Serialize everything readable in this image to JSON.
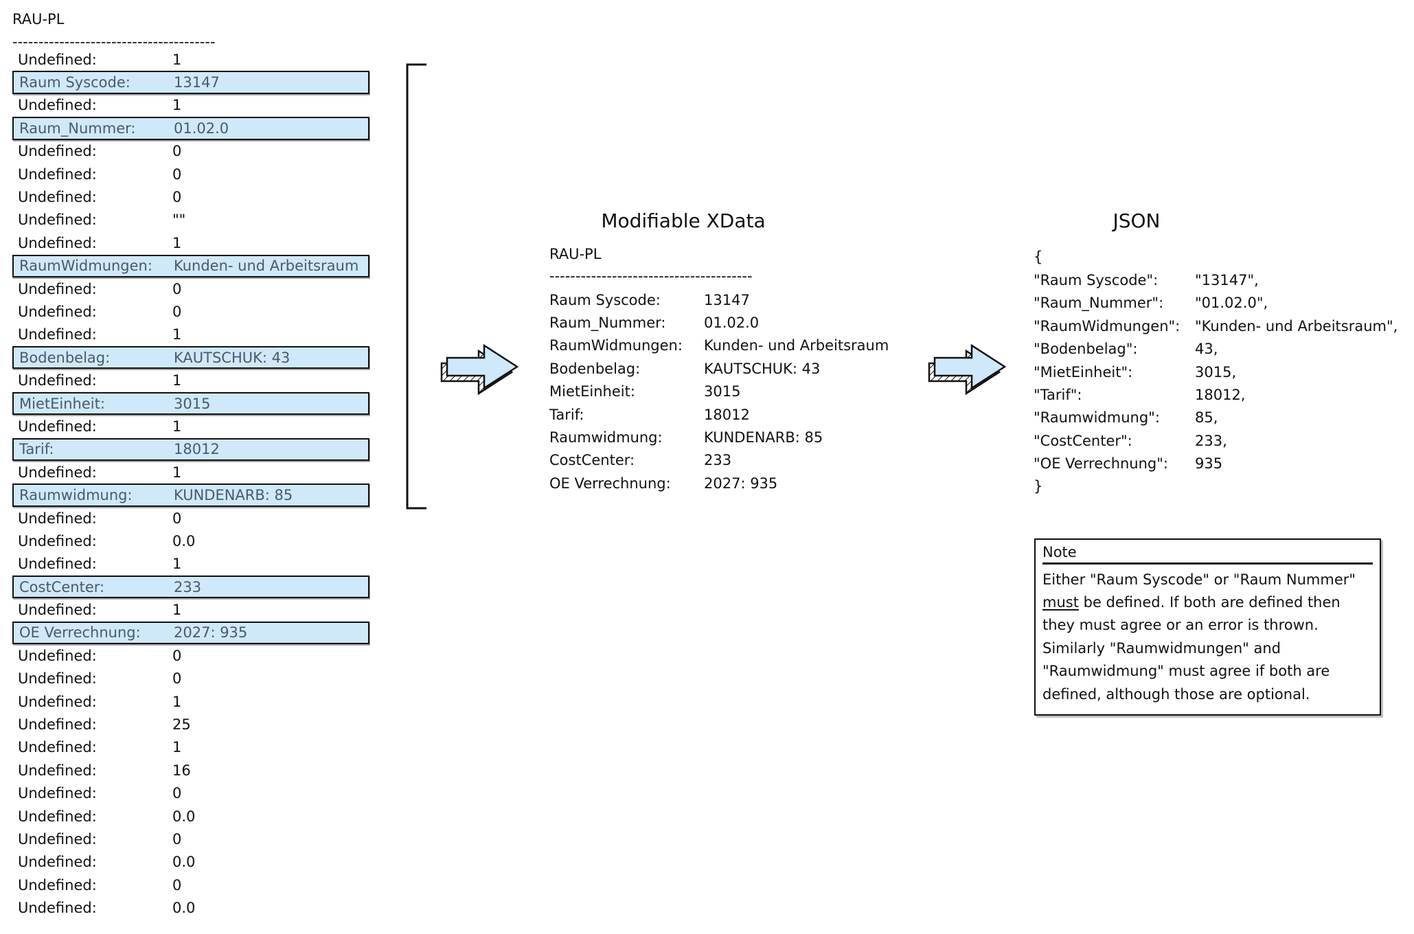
{
  "raw_panel": {
    "title": "RAU-PL",
    "divider": "---------------------------------------",
    "rows": [
      {
        "key": "Undefined:",
        "value": "1",
        "highlight": false
      },
      {
        "key": "Raum Syscode:",
        "value": "13147",
        "highlight": true
      },
      {
        "key": "Undefined:",
        "value": "1",
        "highlight": false
      },
      {
        "key": "Raum_Nummer:",
        "value": "01.02.0",
        "highlight": true
      },
      {
        "key": "Undefined:",
        "value": "0",
        "highlight": false
      },
      {
        "key": "Undefined:",
        "value": "0",
        "highlight": false
      },
      {
        "key": "Undefined:",
        "value": "0",
        "highlight": false
      },
      {
        "key": "Undefined:",
        "value": "\"\"",
        "highlight": false
      },
      {
        "key": "Undefined:",
        "value": "1",
        "highlight": false
      },
      {
        "key": "RaumWidmungen:",
        "value": "Kunden- und Arbeitsraum",
        "highlight": true
      },
      {
        "key": "Undefined:",
        "value": "0",
        "highlight": false
      },
      {
        "key": "Undefined:",
        "value": "0",
        "highlight": false
      },
      {
        "key": "Undefined:",
        "value": "1",
        "highlight": false
      },
      {
        "key": "Bodenbelag:",
        "value": "KAUTSCHUK: 43",
        "highlight": true
      },
      {
        "key": "Undefined:",
        "value": "1",
        "highlight": false
      },
      {
        "key": "MietEinheit:",
        "value": "3015",
        "highlight": true
      },
      {
        "key": "Undefined:",
        "value": "1",
        "highlight": false
      },
      {
        "key": "Tarif:",
        "value": "18012",
        "highlight": true
      },
      {
        "key": "Undefined:",
        "value": "1",
        "highlight": false
      },
      {
        "key": "Raumwidmung:",
        "value": "KUNDENARB: 85",
        "highlight": true
      },
      {
        "key": "Undefined:",
        "value": "0",
        "highlight": false
      },
      {
        "key": "Undefined:",
        "value": "0.0",
        "highlight": false
      },
      {
        "key": "Undefined:",
        "value": "1",
        "highlight": false
      },
      {
        "key": "CostCenter:",
        "value": "233",
        "highlight": true
      },
      {
        "key": "Undefined:",
        "value": "1",
        "highlight": false
      },
      {
        "key": "OE Verrechnung:",
        "value": "2027: 935",
        "highlight": true
      },
      {
        "key": "Undefined:",
        "value": "0",
        "highlight": false
      },
      {
        "key": "Undefined:",
        "value": "0",
        "highlight": false
      },
      {
        "key": "Undefined:",
        "value": "1",
        "highlight": false
      },
      {
        "key": "Undefined:",
        "value": "25",
        "highlight": false
      },
      {
        "key": "Undefined:",
        "value": "1",
        "highlight": false
      },
      {
        "key": "Undefined:",
        "value": "16",
        "highlight": false
      },
      {
        "key": "Undefined:",
        "value": "0",
        "highlight": false
      },
      {
        "key": "Undefined:",
        "value": "0.0",
        "highlight": false
      },
      {
        "key": "Undefined:",
        "value": "0",
        "highlight": false
      },
      {
        "key": "Undefined:",
        "value": "0.0",
        "highlight": false
      },
      {
        "key": "Undefined:",
        "value": "0",
        "highlight": false
      },
      {
        "key": "Undefined:",
        "value": "0.0",
        "highlight": false
      }
    ]
  },
  "xdata_panel": {
    "heading": "Modifiable XData",
    "subtitle": "RAU-PL",
    "divider": "---------------------------------------",
    "rows": [
      {
        "key": "Raum Syscode:",
        "value": "13147"
      },
      {
        "key": "Raum_Nummer:",
        "value": "01.02.0"
      },
      {
        "key": "RaumWidmungen:",
        "value": "Kunden- und Arbeitsraum"
      },
      {
        "key": "Bodenbelag:",
        "value": "KAUTSCHUK: 43"
      },
      {
        "key": "MietEinheit:",
        "value": "3015"
      },
      {
        "key": "Tarif:",
        "value": "18012"
      },
      {
        "key": "Raumwidmung:",
        "value": "KUNDENARB: 85"
      },
      {
        "key": "CostCenter:",
        "value": "233"
      },
      {
        "key": "OE Verrechnung:",
        "value": "2027: 935"
      }
    ]
  },
  "json_panel": {
    "heading": "JSON",
    "open_brace": "{",
    "close_brace": "}",
    "lines": [
      {
        "key": "\"Raum Syscode\":",
        "value": "\"13147\","
      },
      {
        "key": "\"Raum_Nummer\":",
        "value": "\"01.02.0\","
      },
      {
        "key": "\"RaumWidmungen\":",
        "value": "\"Kunden- und Arbeitsraum\","
      },
      {
        "key": "\"Bodenbelag\":",
        "value": "43,"
      },
      {
        "key": "\"MietEinheit\":",
        "value": "3015,"
      },
      {
        "key": "\"Tarif\":",
        "value": "18012,"
      },
      {
        "key": "\"Raumwidmung\":",
        "value": "85,"
      },
      {
        "key": "\"CostCenter\":",
        "value": "233,"
      },
      {
        "key": "\"OE Verrechnung\":",
        "value": "935"
      }
    ]
  },
  "note": {
    "title": "Note",
    "text_before": "Either \"Raum Syscode\" or \"Raum Nummer\" ",
    "emphasis": "must",
    "text_after": " be defined. If both are defined then they must agree or an error is thrown. Similarly \"Raumwidmungen\" and \"Raumwidmung\" must agree if both are defined, although those are optional."
  },
  "colors": {
    "highlight_fill": "#cfe8fa",
    "highlight_text": "#4b5a66",
    "ink": "#111111",
    "arrow_fill": "#cfe8fa"
  }
}
